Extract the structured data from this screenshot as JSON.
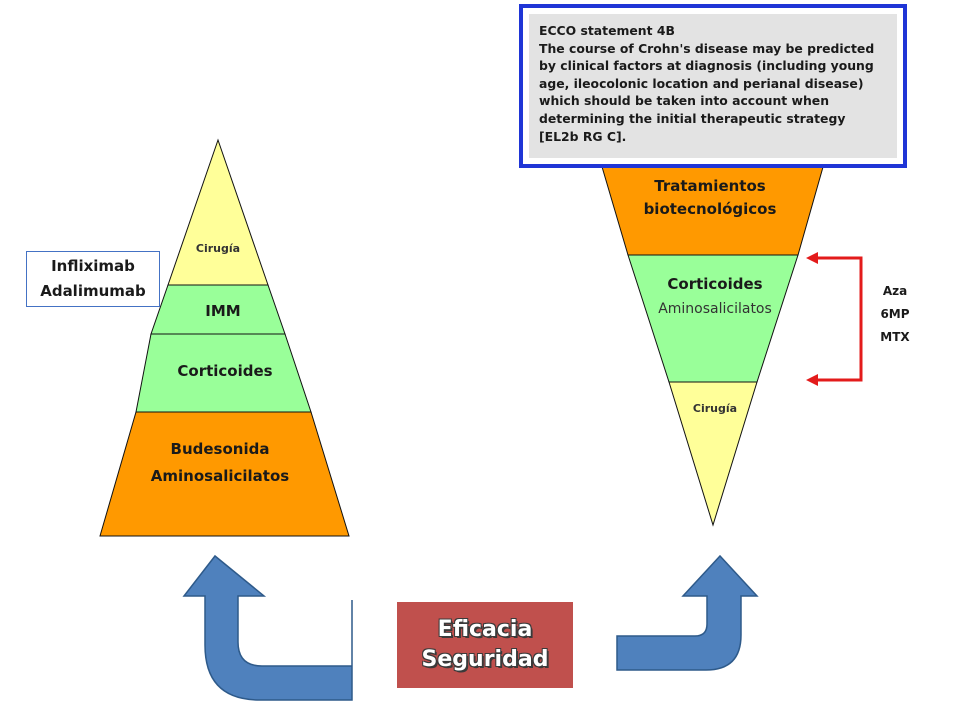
{
  "left_pyramid": {
    "apex": "Cirugía",
    "level2": "IMM",
    "level3": "Corticoides",
    "base_line1": "Budesonida",
    "base_line2": "Aminosalicilatos"
  },
  "left_box": {
    "line1": "Infliximab",
    "line2": "Adalimumab"
  },
  "right_pyramid": {
    "top_line1": "Tratamientos",
    "top_line2": "biotecnológicos",
    "middle_line1": "Corticoides",
    "middle_line2": "Aminosalicilatos",
    "tip": "Cirugía"
  },
  "ecco": {
    "lines": [
      "ECCO statement 4B",
      "The course of Crohn's disease may be predicted",
      "by clinical factors at diagnosis (including young",
      "age, ileocolonic location and perianal disease)",
      "which should be taken into account when",
      "determining the initial therapeutic strategy",
      "[EL2b RG C]."
    ]
  },
  "side_label": {
    "line1": "Aza",
    "line2": "6MP",
    "line3": "MTX"
  },
  "center_box": {
    "line1": "Eficacia",
    "line2": "Seguridad"
  },
  "colors": {
    "yellow": "#ffff99",
    "green": "#99ff99",
    "orange": "#ff9900",
    "arrow_blue": "#4f81bd",
    "red": "#e31b1b",
    "center_box": "#c0504d"
  }
}
